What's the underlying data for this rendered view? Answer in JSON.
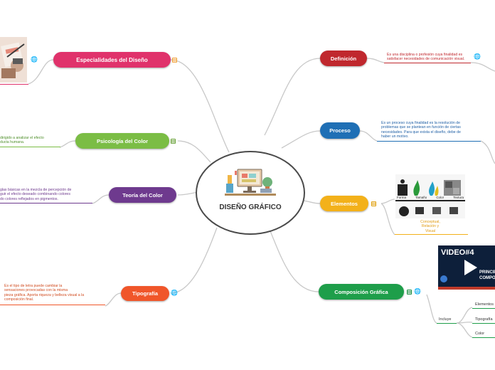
{
  "center": {
    "title": "DISEÑO GRÁFICO"
  },
  "left_branches": {
    "especialidades": {
      "label": "Especialidades del Diseño",
      "color": "#e0326b"
    },
    "psicologia": {
      "label": "Psicología del Color",
      "color": "#7bbd45",
      "note": "dirigido a analizar el efecto\nducta humana."
    },
    "teoria": {
      "label": "Teoría del Color",
      "color": "#6e3a8e",
      "note": "glas básicas en la mezcla de percepción de\nguir el efecto deseado combinando colores\ndo colores reflejados en pigmentos."
    },
    "tipografia": {
      "label": "Tipografía",
      "color": "#f0562a",
      "note": "Es el tipo de letra puede cambiar la\nsensaciones provocadas con la misma\npieza gráfica. Aporta riqueza y belleza visual a la\ncomposición final."
    }
  },
  "right_branches": {
    "definicion": {
      "label": "Definición",
      "color": "#c0282e",
      "note": "Es una disciplina o profesión cuya finalidad es\nsatisfacer necesidades de comunicación visual."
    },
    "proceso": {
      "label": "Proceso",
      "color": "#1f6fb5",
      "note": "Es un proceso cuya finalidad es la resolución de\nproblemas que se plantean en función de ciertas\nnecesidades. Para que exista el diseño, debe de\nhaber un motivo."
    },
    "elementos": {
      "label": "Elementos",
      "color": "#f3b11a",
      "image_labels": [
        "Forma",
        "Tamaño",
        "Color",
        "Textura"
      ],
      "note": "Conceptual,\nRelación y\nVisual"
    },
    "composicion": {
      "label": "Composición Gráfica",
      "color": "#1e9e4a",
      "video_title": "VIDEO#4",
      "video_caption": "PRINCIPIOS\nCOMPOSICI",
      "includes_label": "Incluye",
      "items": [
        "Elementos",
        "Tipografía",
        "Color"
      ]
    }
  }
}
